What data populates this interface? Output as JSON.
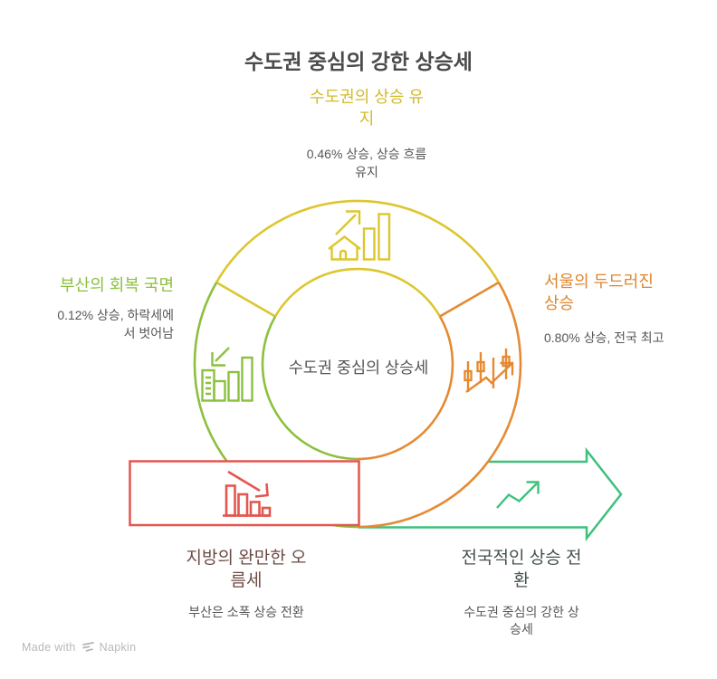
{
  "title": "수도권 중심의 강한 상승세",
  "center": {
    "label": "수도권 중심의 상승세"
  },
  "sections": {
    "top": {
      "heading_lines": [
        "수도권의 상승 유",
        "지"
      ],
      "detail_lines": [
        "0.46% 상승, 상승 흐름",
        "유지"
      ],
      "color": "#d3ba2b"
    },
    "left": {
      "heading_lines": [
        "부산의 회복 국면"
      ],
      "detail_lines": [
        "0.12% 상승, 하락세에",
        "서 벗어남"
      ],
      "color": "#8cc03e"
    },
    "right": {
      "heading_lines": [
        "서울의 두드러진",
        "상승"
      ],
      "detail_lines": [
        "0.80% 상승, 전국 최고"
      ],
      "color": "#e0852e"
    },
    "bottom_left": {
      "heading_lines": [
        "지방의 완만한 오",
        "름세"
      ],
      "detail_lines": [
        "부산은 소폭 상승 전환"
      ],
      "color": "#6d4a43"
    },
    "bottom_right": {
      "heading_lines": [
        "전국적인 상승 전",
        "환"
      ],
      "detail_lines": [
        "수도권 중심의 강한 상",
        "승세"
      ],
      "color": "#44534a"
    }
  },
  "colors": {
    "ring_yellow": "#ddc62e",
    "ring_green": "#8cc03e",
    "ring_orange": "#e58a33",
    "box_red": "#e2574f",
    "arrow_green": "#3ec17d",
    "title_text": "#4b4b4b",
    "body_text": "#565656",
    "watermark_text": "#b9b9b9"
  },
  "icons": {
    "top": "house-growth-icon",
    "left": "building-bars-decline-arrow-icon",
    "right": "candlestick-uptrend-icon",
    "bottom_left": "declining-bar-chart-icon",
    "bottom_right": "uptrend-line-icon",
    "watermark": "napkin-logo-icon"
  },
  "watermark": {
    "prefix": "Made with",
    "brand": "Napkin"
  }
}
